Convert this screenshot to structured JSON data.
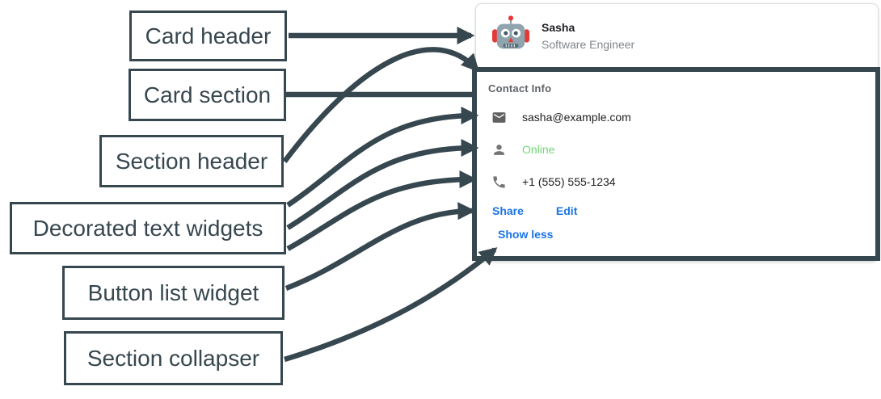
{
  "annotations": {
    "color": "#37474f",
    "labels": [
      {
        "id": "card-header",
        "text": "Card header"
      },
      {
        "id": "card-section",
        "text": "Card section"
      },
      {
        "id": "section-header",
        "text": "Section header"
      },
      {
        "id": "decorated-text-widgets",
        "text": "Decorated text widgets"
      },
      {
        "id": "button-list-widget",
        "text": "Button list widget"
      },
      {
        "id": "section-collapser",
        "text": "Section collapser"
      }
    ]
  },
  "card": {
    "header": {
      "avatar_icon": "robot-icon",
      "title": "Sasha",
      "subtitle": "Software Engineer"
    },
    "section": {
      "title": "Contact Info",
      "rows": [
        {
          "icon": "email-icon",
          "text": "sasha@example.com"
        },
        {
          "icon": "person-icon",
          "text": "Online",
          "status_color": "#6fd773"
        },
        {
          "icon": "phone-icon",
          "text": "+1 (555) 555-1234"
        }
      ],
      "buttons": [
        {
          "label": "Share"
        },
        {
          "label": "Edit"
        }
      ],
      "collapser_label": "Show less"
    }
  },
  "colors": {
    "annotation": "#37474f",
    "link": "#1a73e8",
    "status_green": "#6fd773",
    "card_border": "#dadce0",
    "subtitle_gray": "#80868b",
    "section_title_gray": "#5f6368",
    "text_dark": "#202124",
    "icon_gray": "#616161"
  }
}
